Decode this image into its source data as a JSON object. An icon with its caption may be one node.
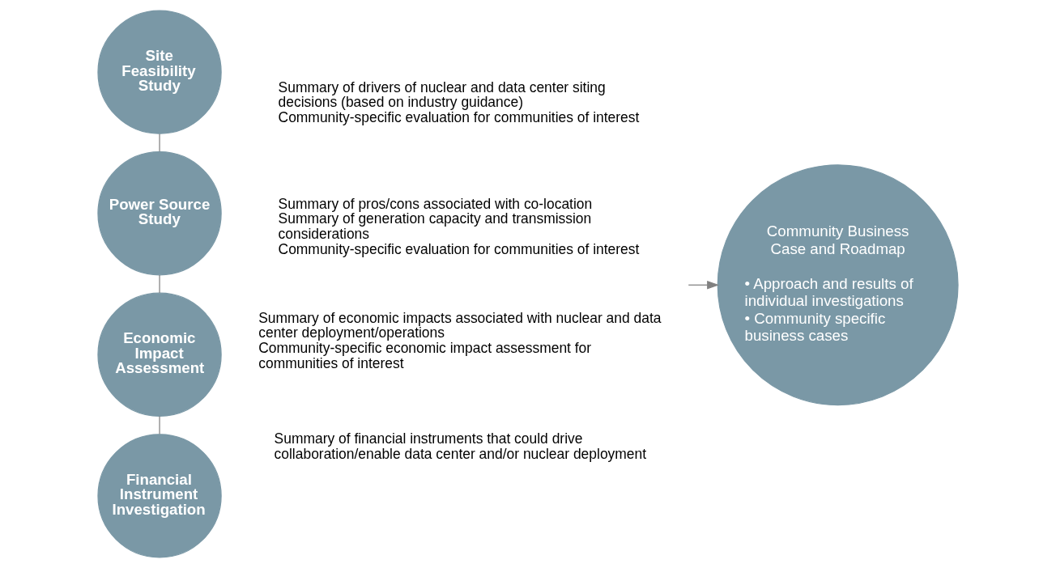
{
  "diagram": {
    "nodes": [
      {
        "text": [
          "Site Feasibility Study"
        ],
        "beside": [
          "Summary of drivers of nuclear and data center siting decisions (based on industry guidance)",
          "Community-specific evaluation for communities of interest"
        ]
      },
      {
        "text": [
          "Power Source Study"
        ],
        "beside": [
          "Summary of pros/cons associated with co-location",
          "Summary of generation capacity and transmission considerations",
          "Community-specific evaluation for communities of interest"
        ]
      },
      {
        "text": [
          "Economic Impact Assessment"
        ],
        "beside": [
          "Summary of economic impacts associated with nuclear and data center deployment/operations",
          "Community-specific economic impact assessment for communities of interest"
        ]
      },
      {
        "text": [
          "Financial Instrument Investigation"
        ],
        "beside": [
          "Summary of financial instruments that could drive collaboration/enable data center and/or nuclear deployment"
        ]
      },
      {
        "text": [
          "Community Business Case and Roadmap",
          "• Approach and results of individual investigations",
          "• Community specific business cases"
        ]
      }
    ],
    "edges": [
      {
        "from": 0,
        "to": 1,
        "arrow": "none"
      },
      {
        "from": 1,
        "to": 2,
        "arrow": "none"
      },
      {
        "from": 2,
        "to": 3,
        "arrow": "none"
      },
      {
        "from": null,
        "to": 4,
        "arrow": "to"
      }
    ]
  }
}
